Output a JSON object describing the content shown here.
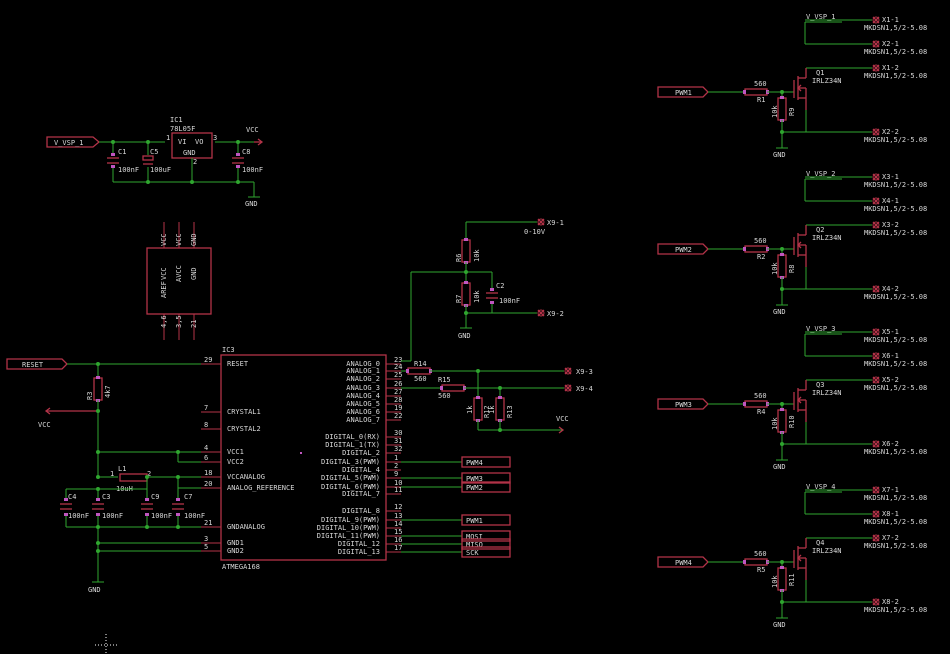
{
  "colors": {
    "background": "#000000",
    "net": "#2fa62f",
    "symbol": "#b33348",
    "text": "#d8d8d8",
    "pad": "#c056c0"
  },
  "power": {
    "in_label": "V_VSP_1",
    "ic1_name": "IC1",
    "ic1_value": "78L05F",
    "vi": "VI",
    "vo": "VO",
    "gnd": "GND",
    "pin1": "1",
    "pin2": "2",
    "pin3": "3",
    "c1_name": "C1",
    "c1_value": "100nF",
    "c5_name": "C5",
    "c5_value": "100uF",
    "c8_name": "C8",
    "c8_value": "100nF",
    "vcc_label": "VCC",
    "gnd_label": "GND"
  },
  "ic3": {
    "name": "IC3",
    "value": "ATMEGA168",
    "left_pins": [
      {
        "num": "29",
        "label": "RESET"
      },
      {
        "num": "7",
        "label": "CRYSTAL1"
      },
      {
        "num": "8",
        "label": "CRYSTAL2"
      },
      {
        "num": "4",
        "label": "VCC1"
      },
      {
        "num": "6",
        "label": "VCC2"
      },
      {
        "num": "18",
        "label": "VCCANALOG"
      },
      {
        "num": "20",
        "label": "ANALOG_REFERENCE"
      },
      {
        "num": "21",
        "label": "GNDANALOG"
      },
      {
        "num": "3",
        "label": "GND1"
      },
      {
        "num": "5",
        "label": "GND2"
      }
    ],
    "right_pins": [
      {
        "num": "23",
        "label": "ANALOG_0"
      },
      {
        "num": "24",
        "label": "ANALOG_1"
      },
      {
        "num": "25",
        "label": "ANALOG_2"
      },
      {
        "num": "26",
        "label": "ANALOG_3"
      },
      {
        "num": "27",
        "label": "ANALOG_4"
      },
      {
        "num": "28",
        "label": "ANALOG_5"
      },
      {
        "num": "19",
        "label": "ANALOG_6"
      },
      {
        "num": "22",
        "label": "ANALOG_7"
      },
      {
        "num": "30",
        "label": "DIGITAL_0(RX)"
      },
      {
        "num": "31",
        "label": "DIGITAL_1(TX)"
      },
      {
        "num": "32",
        "label": "DIGITAL_2"
      },
      {
        "num": "1",
        "label": "DIGITAL_3(PWM)"
      },
      {
        "num": "2",
        "label": "DIGITAL_4"
      },
      {
        "num": "9",
        "label": "DIGITAL_5(PWM)"
      },
      {
        "num": "10",
        "label": "DIGITAL_6(PWM)"
      },
      {
        "num": "11",
        "label": "DIGITAL_7"
      },
      {
        "num": "12",
        "label": "DIGITAL_8"
      },
      {
        "num": "13",
        "label": "DIGITAL_9(PWM)"
      },
      {
        "num": "14",
        "label": "DIGITAL_10(PWM)"
      },
      {
        "num": "15",
        "label": "DIGITAL_11(PWM)"
      },
      {
        "num": "16",
        "label": "DIGITAL_12"
      },
      {
        "num": "17",
        "label": "DIGITAL_13"
      }
    ]
  },
  "ic3_power_block": {
    "col1_top": "VCC",
    "col1_mid": "VCC",
    "col1_mid2": "AREF",
    "col1_bot": "4,6",
    "col2_top": "VCC",
    "col2_mid": "AVCC",
    "col2_bot": "3,5",
    "col3_top": "GND",
    "col3_mid": "GND",
    "col3_bot": "21"
  },
  "mcu_parts": {
    "reset_label": "RESET",
    "r_name": "R3",
    "r_value": "4k7",
    "vcc_label": "VCC",
    "gnd_label": "GND",
    "l1_name": "L1",
    "l1_value": "10uH",
    "l1_pin1": "1",
    "l1_pin2": "2",
    "caps": [
      {
        "name": "C4",
        "value": "100nF"
      },
      {
        "name": "C3",
        "value": "100nF"
      },
      {
        "name": "C9",
        "value": "100nF"
      },
      {
        "name": "C7",
        "value": "100nF"
      }
    ]
  },
  "analog_in": {
    "x91": "X9-1",
    "range": "0-10V",
    "r6_name": "R6",
    "r6_value": "10k",
    "r7_name": "R7",
    "r7_value": "10k",
    "c2_name": "C2",
    "c2_value": "100nF",
    "x92": "X9-2",
    "gnd": "GND",
    "r14_name": "R14",
    "r14_value": "560",
    "r15_name": "R15",
    "r15_value": "560",
    "r12_name": "R12",
    "r12_value": "1k",
    "r13_name": "R13",
    "r13_value": "1k",
    "x93": "X9-3",
    "x94": "X9-4",
    "vcc": "VCC"
  },
  "net_labels": {
    "pwm4": "PWM4",
    "pwm3": "PWM3",
    "pwm2": "PWM2",
    "pwm1": "PWM1",
    "mosi": "MOSI",
    "miso": "MISO",
    "sck": "SCK"
  },
  "channels": [
    {
      "vsp": "V_VSP_1",
      "xa": "X1-1",
      "xb": "X2-1",
      "xc": "X1-2",
      "xd": "X2-2",
      "conn": "MKDSN1,5/2-5.08",
      "pwm": "PWM1",
      "rg_name": "R1",
      "rg_value": "560",
      "q_name": "Q1",
      "q_value": "IRLZ34N",
      "rp_name": "R9",
      "rp_value": "10k",
      "gnd": "GND"
    },
    {
      "vsp": "V_VSP_2",
      "xa": "X3-1",
      "xb": "X4-1",
      "xc": "X3-2",
      "xd": "X4-2",
      "conn": "MKDSN1,5/2-5.08",
      "pwm": "PWM2",
      "rg_name": "R2",
      "rg_value": "560",
      "q_name": "Q2",
      "q_value": "IRLZ34N",
      "rp_name": "R8",
      "rp_value": "10k",
      "gnd": "GND"
    },
    {
      "vsp": "V_VSP_3",
      "xa": "X5-1",
      "xb": "X6-1",
      "xc": "X5-2",
      "xd": "X6-2",
      "conn": "MKDSN1,5/2-5.08",
      "pwm": "PWM3",
      "rg_name": "R4",
      "rg_value": "560",
      "q_name": "Q3",
      "q_value": "IRLZ34N",
      "rp_name": "R10",
      "rp_value": "10k",
      "gnd": "GND"
    },
    {
      "vsp": "V_VSP_4",
      "xa": "X7-1",
      "xb": "X8-1",
      "xc": "X7-2",
      "xd": "X8-2",
      "conn": "MKDSN1,5/2-5.08",
      "pwm": "PWM4",
      "rg_name": "R5",
      "rg_value": "560",
      "q_name": "Q4",
      "q_value": "IRLZ34N",
      "rp_name": "R11",
      "rp_value": "10k",
      "gnd": "GND"
    }
  ]
}
